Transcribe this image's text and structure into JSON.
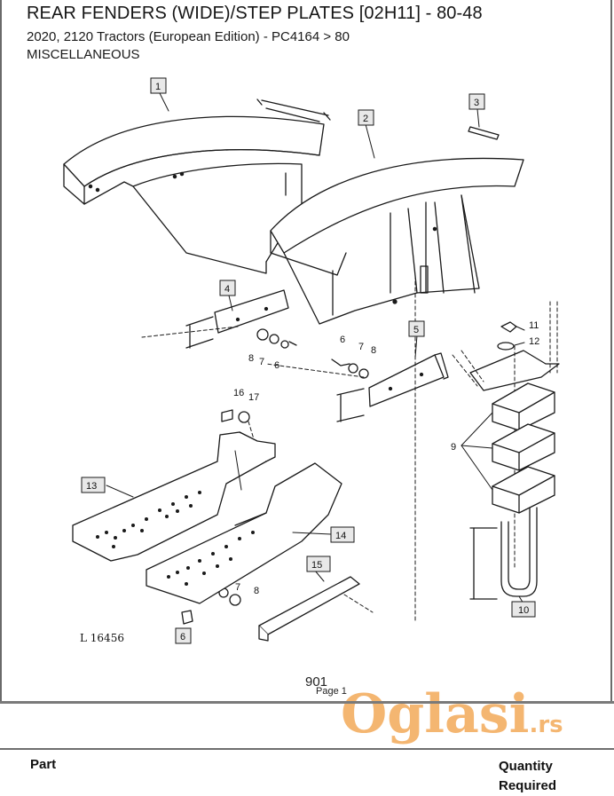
{
  "header": {
    "title": "REAR FENDERS (WIDE)/STEP PLATES [02H11] - 80-48",
    "subtitle": "2020, 2120 Tractors (European Edition) - PC4164 > 80",
    "section": "MISCELLANEOUS"
  },
  "diagram": {
    "drawing_number": "L 16456",
    "callouts": [
      "1",
      "2",
      "3",
      "4",
      "5",
      "6",
      "6",
      "6",
      "7",
      "7",
      "7",
      "8",
      "8",
      "8",
      "9",
      "10",
      "11",
      "12",
      "13",
      "14",
      "15",
      "16",
      "17"
    ]
  },
  "footer": {
    "page_number": "901",
    "page_label": "Page 1"
  },
  "watermark": {
    "brand": "Oglasi",
    "tld": ".rs",
    "color": "#f2a24a"
  },
  "table_header": {
    "part": "Part",
    "quantity": "Quantity",
    "required": "Required"
  }
}
